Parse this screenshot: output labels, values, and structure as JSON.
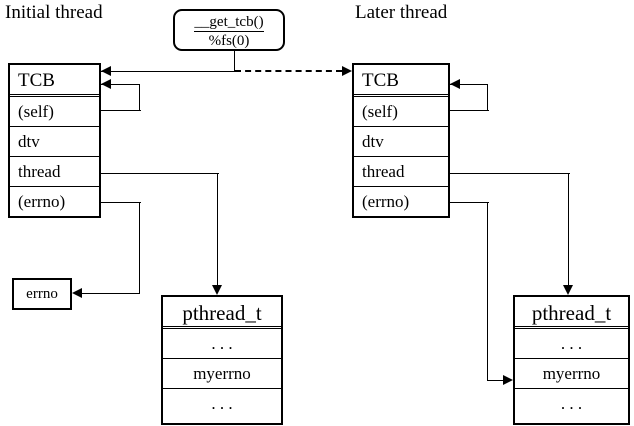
{
  "diagram": {
    "titles": {
      "initial": "Initial thread",
      "later": "Later thread"
    },
    "callout": {
      "line1": "__get_tcb()",
      "line2": "%fs(0)"
    },
    "tcb_initial": {
      "header": "TCB",
      "rows": [
        "(self)",
        "dtv",
        "thread",
        "(errno)"
      ]
    },
    "tcb_later": {
      "header": "TCB",
      "rows": [
        "(self)",
        "dtv",
        "thread",
        "(errno)"
      ]
    },
    "errno_box": {
      "label": "errno"
    },
    "pthread_initial": {
      "header": "pthread_t",
      "rows": [
        ". . .",
        "myerrno",
        ". . ."
      ]
    },
    "pthread_later": {
      "header": "pthread_t",
      "rows": [
        ". . .",
        "myerrno",
        ". . ."
      ]
    },
    "colors": {
      "stroke": "#000000",
      "background": "#ffffff"
    }
  }
}
